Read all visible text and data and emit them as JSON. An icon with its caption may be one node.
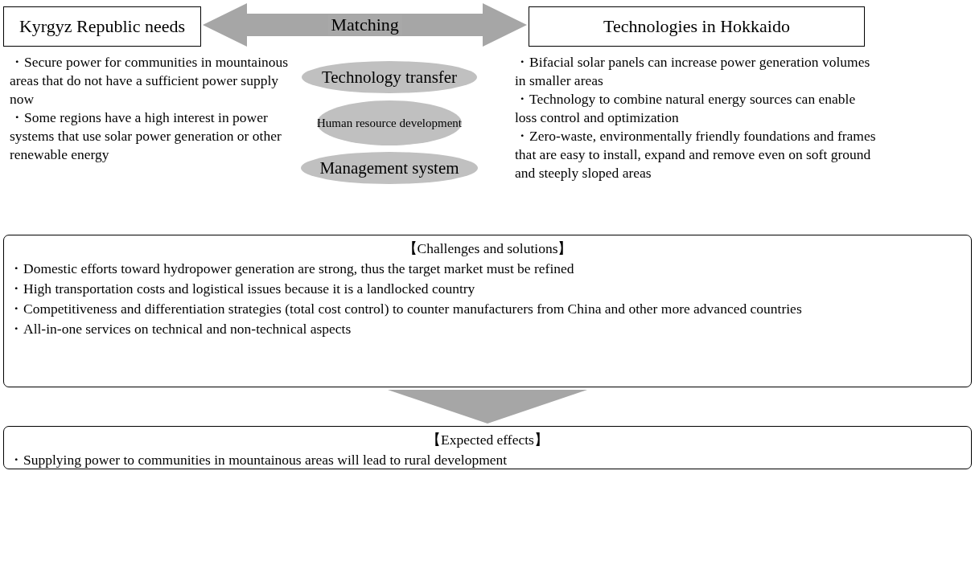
{
  "diagram": {
    "nodes": [
      {
        "text": [
          "Kyrgyz Republic needs"
        ],
        "beside": [
          "・Secure power for communities in mountainous areas that do not have a sufficient power supply now",
          "・Some regions have a high interest in power systems that use solar power generation or other renewable energy"
        ]
      },
      {
        "text": [
          "Technologies in Hokkaido"
        ],
        "beside": [
          "・Bifacial solar panels can increase power generation volumes in smaller areas",
          "・Technology to combine natural energy sources can enable loss control and optimization",
          "・Zero-waste, environmentally friendly foundations and frames that are easy to install, expand and remove even on soft ground and steeply sloped areas"
        ]
      },
      {
        "text": [
          "Technology transfer"
        ]
      },
      {
        "text": [
          "Human resource development"
        ]
      },
      {
        "text": [
          "Management system"
        ]
      },
      {
        "text": [
          "【Challenges and solutions】",
          "・Domestic efforts toward hydropower generation are strong, thus the target market must be refined",
          "・High transportation costs and logistical issues because it is a landlocked country",
          "・Competitiveness and differentiation strategies (total cost control) to counter manufacturers from China and other more advanced countries",
          "・All-in-one services on technical and non-technical aspects"
        ]
      },
      {
        "text": [
          "【Expected effects】",
          "・Supplying power to communities in mountainous areas will lead to rural development"
        ]
      }
    ],
    "edges": [
      {
        "from": 0,
        "to": 1,
        "arrow": "both",
        "label": "Matching",
        "style": "thick"
      },
      {
        "from": 5,
        "to": 6,
        "arrow": "to",
        "style": "thick"
      }
    ]
  }
}
